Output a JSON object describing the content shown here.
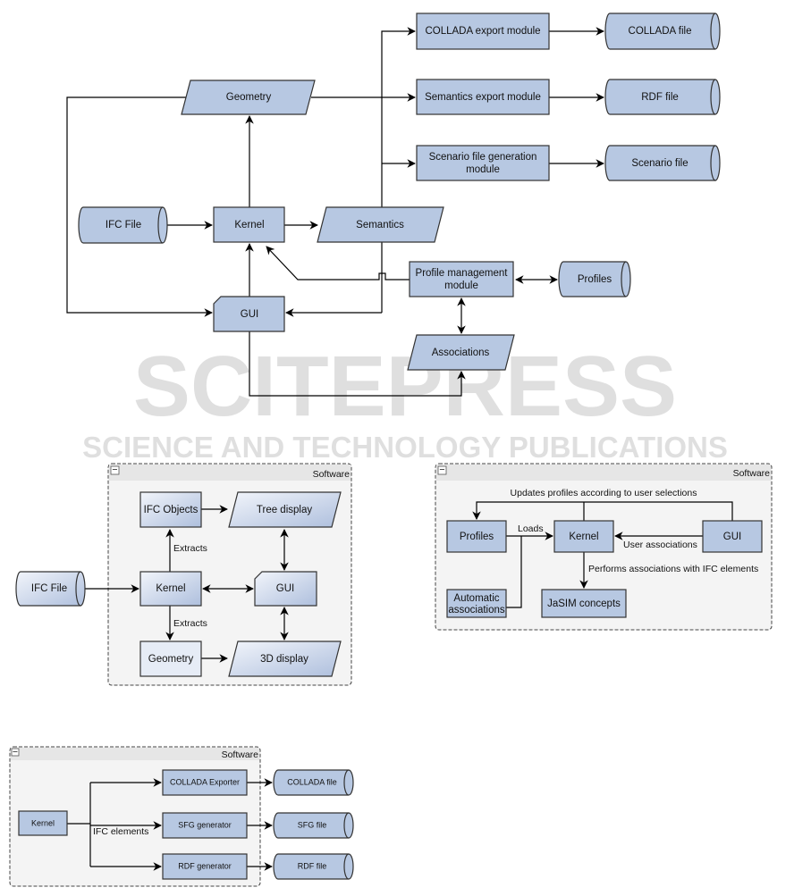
{
  "watermark": {
    "title": "SCITEPRESS",
    "subtitle": "SCIENCE AND TECHNOLOGY PUBLICATIONS"
  },
  "diagram1": {
    "collada_export": "COLLADA export module",
    "collada_file": "COLLADA file",
    "semantics_export": "Semantics export module",
    "rdf_file": "RDF file",
    "scenario_gen_line1": "Scenario file generation",
    "scenario_gen_line2": "module",
    "scenario_file": "Scenario file",
    "geometry": "Geometry",
    "ifc_file": "IFC File",
    "kernel": "Kernel",
    "semantics": "Semantics",
    "profile_mgmt_line1": "Profile management",
    "profile_mgmt_line2": "module",
    "profiles": "Profiles",
    "gui": "GUI",
    "associations": "Associations"
  },
  "diagram2": {
    "container": "Software",
    "collapse": "−",
    "ifc_objects": "IFC Objects",
    "tree_display": "Tree display",
    "kernel": "Kernel",
    "gui": "GUI",
    "geometry": "Geometry",
    "display_3d": "3D display",
    "ifc_file": "IFC File",
    "extracts_up": "Extracts",
    "extracts_down": "Extracts"
  },
  "diagram3": {
    "container": "Software",
    "collapse": "−",
    "updates_label": "Updates profiles according to user selections",
    "profiles": "Profiles",
    "kernel": "Kernel",
    "gui": "GUI",
    "loads_label": "Loads",
    "user_assoc_label": "User associations",
    "performs_label": "Performs associations with IFC elements",
    "auto_assoc_line1": "Automatic",
    "auto_assoc_line2": "associations",
    "jasim": "JaSIM concepts"
  },
  "diagram4": {
    "container": "Software",
    "collapse": "−",
    "kernel": "Kernel",
    "ifc_elements_label": "IFC elements",
    "collada_exporter": "COLLADA Exporter",
    "sfg_generator": "SFG generator",
    "rdf_generator": "RDF generator",
    "collada_file": "COLLADA file",
    "sfg_file": "SFG file",
    "rdf_file": "RDF file"
  }
}
